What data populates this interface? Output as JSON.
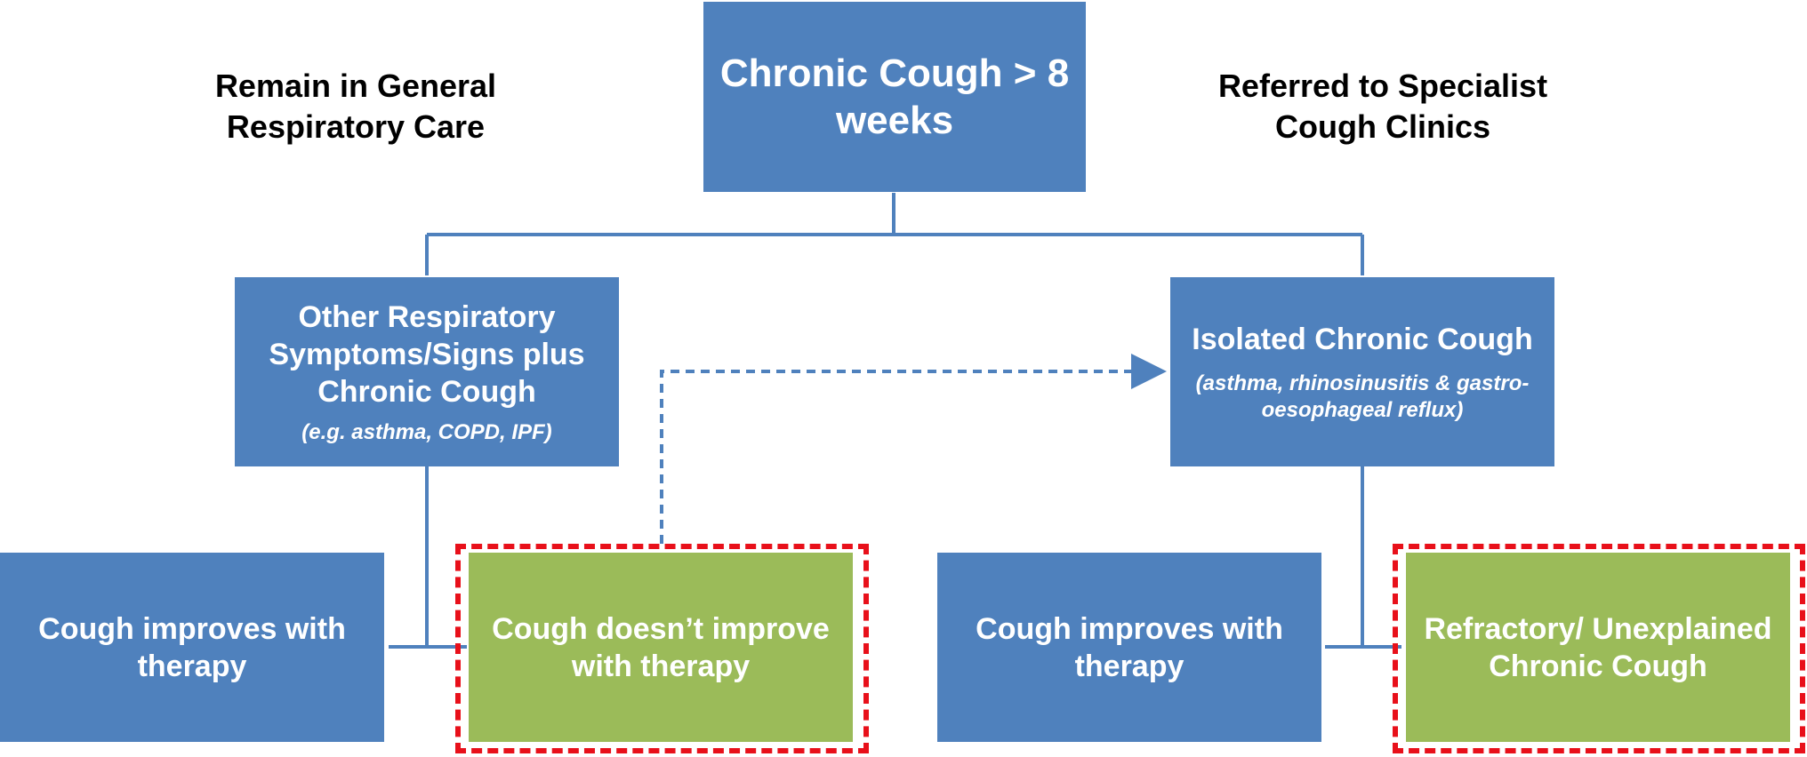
{
  "headings": {
    "left": "Remain in General\nRespiratory Care",
    "right": "Referred to Specialist\nCough Clinics"
  },
  "root": {
    "title": "Chronic Cough > 8\nweeks"
  },
  "left_branch": {
    "title": "Other Respiratory\nSymptoms/Signs plus\nChronic Cough",
    "examples": "(e.g. asthma, COPD, IPF)"
  },
  "right_branch": {
    "title": "Isolated Chronic Cough",
    "examples": "(asthma, rhinosinusitis & gastro-\noesophageal reflux)"
  },
  "outcomes": {
    "left_improves": "Cough improves with\ntherapy",
    "left_not_improve": "Cough doesn’t improve\nwith therapy",
    "right_improves": "Cough improves with\ntherapy",
    "right_refractory": "Refractory/ Unexplained\nChronic Cough"
  },
  "colors": {
    "box_blue": "#4f81bd",
    "box_green": "#9bbb59",
    "connector": "#4f81bd",
    "highlight_dash": "#e8101a"
  }
}
